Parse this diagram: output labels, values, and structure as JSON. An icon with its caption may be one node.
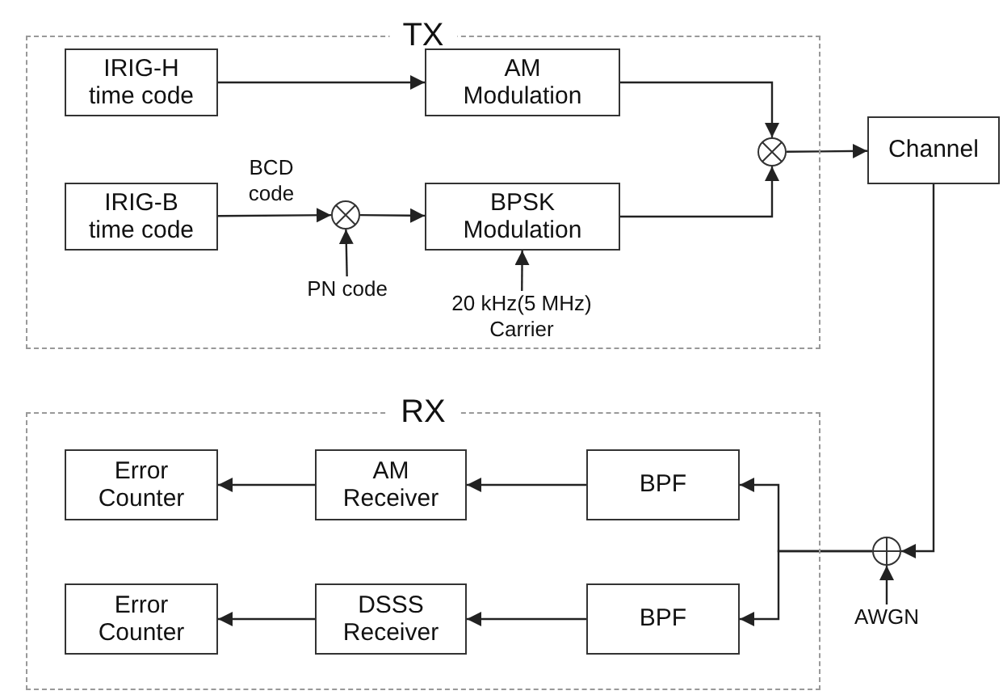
{
  "diagram": {
    "nodes": [
      {
        "text": [
          "TX"
        ]
      },
      {
        "text": [
          "IRIG-H time code"
        ],
        "in": 0
      },
      {
        "text": [
          "AM Modulation"
        ],
        "in": 0
      },
      {
        "text": [
          "IRIG-B time code"
        ],
        "in": 0
      },
      {
        "text": [],
        "shape": "circle",
        "in": 0
      },
      {
        "text": [
          "BPSK Modulation"
        ],
        "in": 0
      },
      {
        "text": [],
        "shape": "circle",
        "in": 0
      },
      {
        "text": [
          "PN code"
        ],
        "in": 0
      },
      {
        "text": [
          "20 kHz(5 MHz) Carrier"
        ],
        "in": 0
      },
      {
        "text": [
          "Channel"
        ]
      },
      {
        "text": [
          "RX"
        ]
      },
      {
        "text": [
          "Error Counter"
        ],
        "in": 10
      },
      {
        "text": [
          "AM Receiver"
        ],
        "in": 10
      },
      {
        "text": [
          "BPF"
        ],
        "in": 10
      },
      {
        "text": [
          "Error Counter"
        ],
        "in": 10
      },
      {
        "text": [
          "DSSS Receiver"
        ],
        "in": 10
      },
      {
        "text": [
          "BPF"
        ],
        "in": 10
      },
      {
        "text": [],
        "shape": "circle"
      },
      {
        "text": [
          "AWGN"
        ]
      }
    ],
    "edges": [
      {
        "from": 1,
        "to": 2,
        "arrow": "to"
      },
      {
        "from": 3,
        "to": 4,
        "arrow": "to",
        "label": "BCD code"
      },
      {
        "from": 7,
        "to": 4,
        "arrow": "to"
      },
      {
        "from": 4,
        "to": 5,
        "arrow": "to"
      },
      {
        "from": 8,
        "to": 5,
        "arrow": "to"
      },
      {
        "from": 2,
        "to": 6,
        "arrow": "to"
      },
      {
        "from": 5,
        "to": 6,
        "arrow": "to"
      },
      {
        "from": 6,
        "to": 9,
        "arrow": "to"
      },
      {
        "from": 9,
        "to": 17,
        "arrow": "to"
      },
      {
        "from": 18,
        "to": 17,
        "arrow": "to"
      },
      {
        "from": 17,
        "to": 13,
        "arrow": "to"
      },
      {
        "from": 17,
        "to": 16,
        "arrow": "to"
      },
      {
        "from": 13,
        "to": 12,
        "arrow": "to"
      },
      {
        "from": 12,
        "to": 11,
        "arrow": "to"
      },
      {
        "from": 16,
        "to": 15,
        "arrow": "to"
      },
      {
        "from": 15,
        "to": 14,
        "arrow": "to"
      }
    ]
  }
}
